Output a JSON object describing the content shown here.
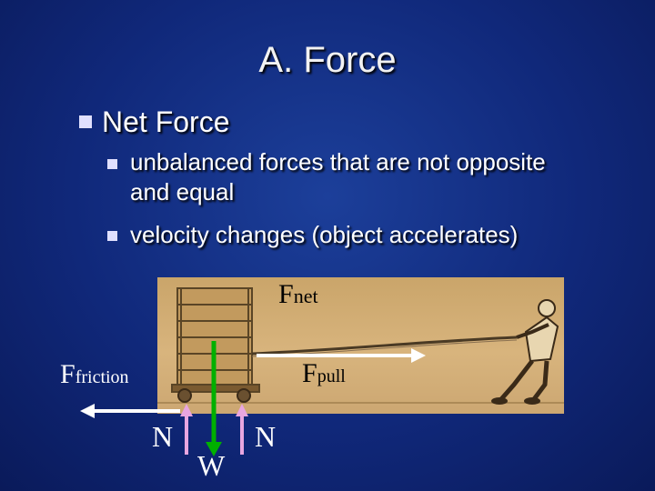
{
  "slide": {
    "title": "A. Force",
    "bullet_1": "Net Force",
    "sub_bullets": [
      {
        "line1": "unbalanced forces that are not opposite",
        "line2": "and equal"
      },
      {
        "line1": "velocity changes (object accelerates)"
      }
    ]
  },
  "diagram": {
    "f_net_main": "F",
    "f_net_sub": "net",
    "f_pull_main": "F",
    "f_pull_sub": "pull",
    "f_friction_main": "F",
    "f_friction_sub": "friction",
    "normal_left": "N",
    "normal_right": "N",
    "weight": "W",
    "colors": {
      "arrow_white": "#ffffff",
      "arrow_weight": "#00b000",
      "arrow_normal": "#e8a6e0"
    }
  }
}
